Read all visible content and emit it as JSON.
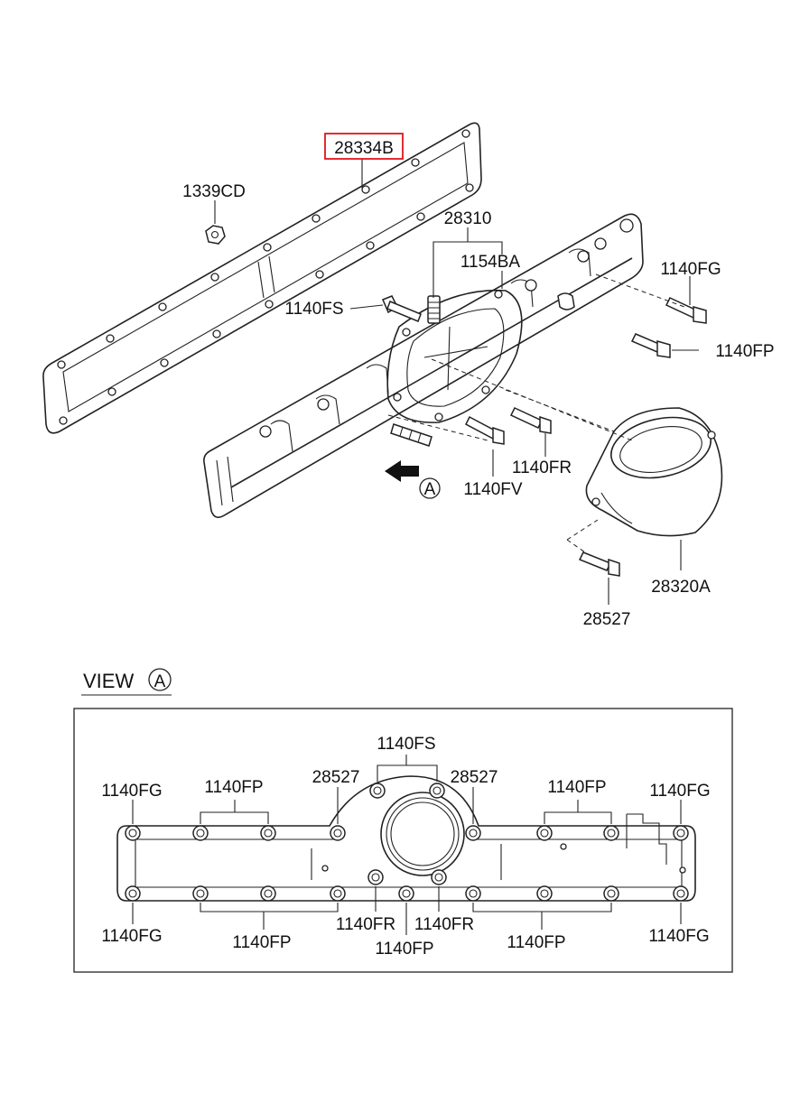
{
  "top_view": {
    "labels": {
      "gasket_highlight": "28334B",
      "nut": "1339CD",
      "manifold": "28310",
      "stud": "1154BA",
      "bolt_fs": "1140FS",
      "bolt_fg": "1140FG",
      "bolt_fp": "1140FP",
      "bolt_fr": "1140FR",
      "bolt_fv": "1140FV",
      "elbow": "28320A",
      "bolt_28527": "28527",
      "view_marker": "A"
    }
  },
  "view_a": {
    "title": "VIEW",
    "marker": "A",
    "labels": {
      "fs_top": "1140FS",
      "fg_tl": "1140FG",
      "fp_tl": "1140FP",
      "b28527_l": "28527",
      "b28527_r": "28527",
      "fp_tr": "1140FP",
      "fg_tr": "1140FG",
      "fg_bl": "1140FG",
      "fp_bl": "1140FP",
      "fr_bl": "1140FR",
      "fr_br": "1140FR",
      "fp_bc": "1140FP",
      "fp_br": "1140FP",
      "fg_br": "1140FG"
    }
  }
}
